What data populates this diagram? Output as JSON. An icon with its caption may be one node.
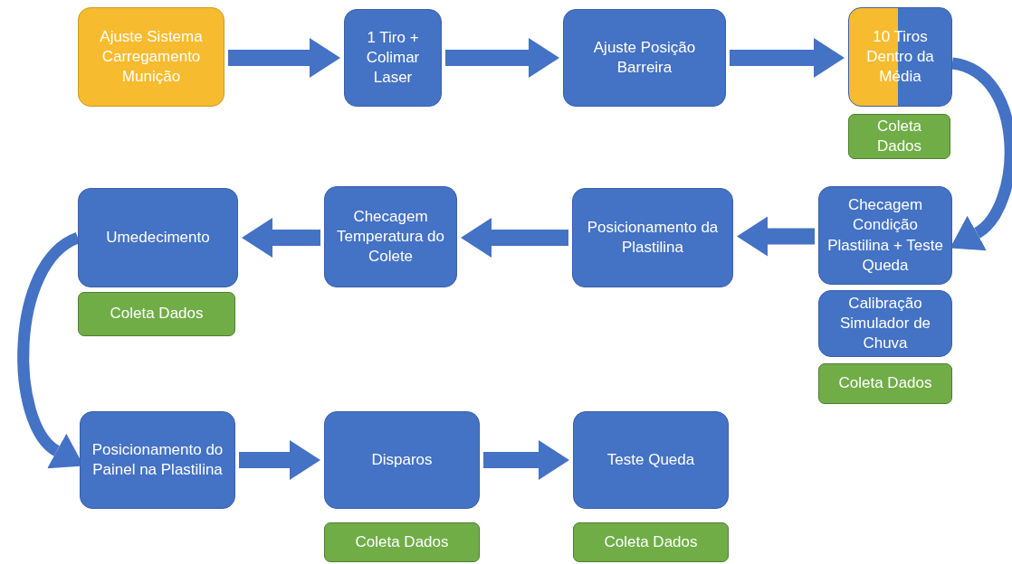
{
  "diagram": {
    "nodes": [
      {
        "text": [
          "Ajuste Sistema Carregamento Munição"
        ]
      },
      {
        "text": [
          "1 Tiro + Colimar Laser"
        ]
      },
      {
        "text": [
          "Ajuste Posição Barreira"
        ]
      },
      {
        "text": [
          "10 Tiros Dentro da Média"
        ]
      },
      {
        "text": [
          "Coleta Dados"
        ]
      },
      {
        "text": [
          "Umedecimento"
        ]
      },
      {
        "text": [
          "Checagem Temperatura do Colete"
        ]
      },
      {
        "text": [
          "Posicionamento da Plastilina"
        ]
      },
      {
        "text": [
          "Checagem Condição Plastilina + Teste Queda"
        ]
      },
      {
        "text": [
          "Coleta Dados"
        ]
      },
      {
        "text": [
          "Calibração Simulador de Chuva"
        ]
      },
      {
        "text": [
          "Coleta Dados"
        ]
      },
      {
        "text": [
          "Posicionamento do Painel na Plastilina"
        ]
      },
      {
        "text": [
          "Disparos"
        ]
      },
      {
        "text": [
          "Teste Queda"
        ]
      },
      {
        "text": [
          "Coleta Dados"
        ]
      },
      {
        "text": [
          "Coleta Dados"
        ]
      }
    ],
    "edges": [
      {
        "from": 0,
        "to": 1,
        "arrow": "to"
      },
      {
        "from": 1,
        "to": 2,
        "arrow": "to"
      },
      {
        "from": 2,
        "to": 3,
        "arrow": "to"
      },
      {
        "from": 3,
        "to": 8,
        "arrow": "to"
      },
      {
        "from": 8,
        "to": 7,
        "arrow": "to"
      },
      {
        "from": 7,
        "to": 6,
        "arrow": "to"
      },
      {
        "from": 6,
        "to": 5,
        "arrow": "to"
      },
      {
        "from": 5,
        "to": 12,
        "arrow": "to"
      },
      {
        "from": 12,
        "to": 13,
        "arrow": "to"
      },
      {
        "from": 13,
        "to": 14,
        "arrow": "to"
      }
    ]
  }
}
